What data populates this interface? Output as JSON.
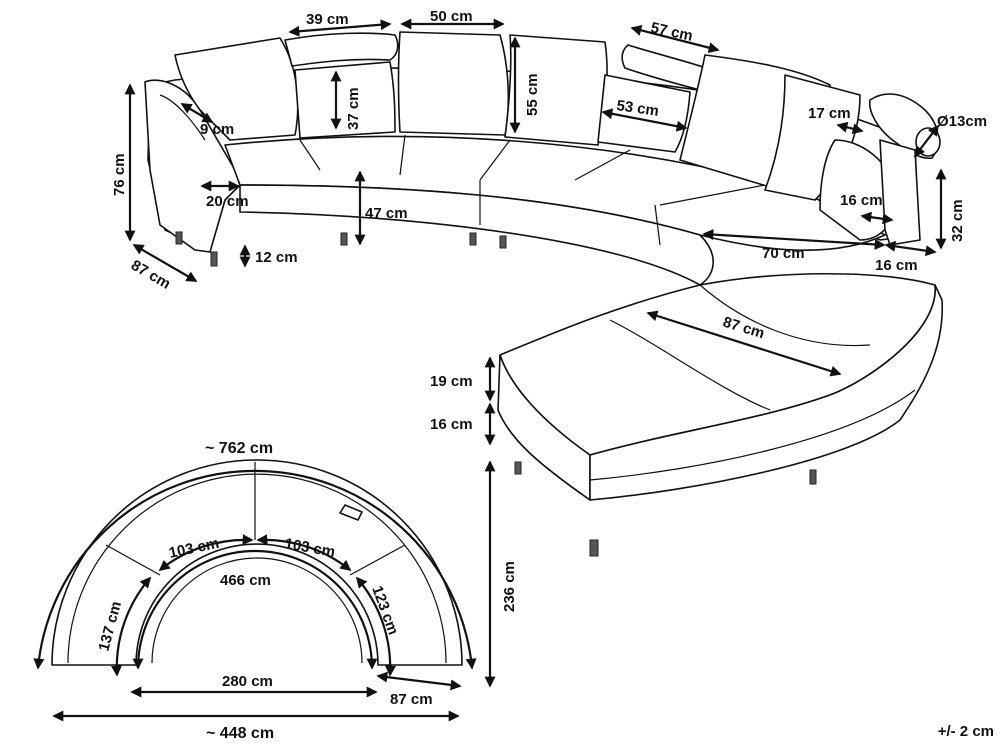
{
  "dimensions": {
    "headrest_width": "39 cm",
    "back_cushion_width": "50 cm",
    "corner_headrest_width": "57 cm",
    "headrest_height": "37 cm",
    "back_cushion_height": "55 cm",
    "corner_cushion_width": "53 cm",
    "armrest_top_width": "9 cm",
    "total_height": "76 cm",
    "armrest_width": "20 cm",
    "seat_height": "47 cm",
    "leg_height": "12 cm",
    "depth": "87 cm",
    "seat_depth": "70 cm",
    "end_armrest_width": "16 cm",
    "bolster_length": "17 cm",
    "bolster_diameter": "Ø13cm",
    "cushion_thickness": "16 cm",
    "armrest_height": "32 cm",
    "end_width": "16 cm",
    "chaise_depth": "87 cm",
    "chaise_seat_thickness": "19 cm",
    "chaise_base_height": "16 cm",
    "overall_depth": "236 cm",
    "outer_arc": "~ 762 cm",
    "inner_arc": "466 cm",
    "segment_left": "103 cm",
    "segment_right": "103 cm",
    "end_left": "137 cm",
    "end_right": "123 cm",
    "inner_width": "280 cm",
    "plan_depth": "87 cm",
    "overall_width": "~ 448 cm"
  },
  "tolerance": "+/- 2 cm"
}
